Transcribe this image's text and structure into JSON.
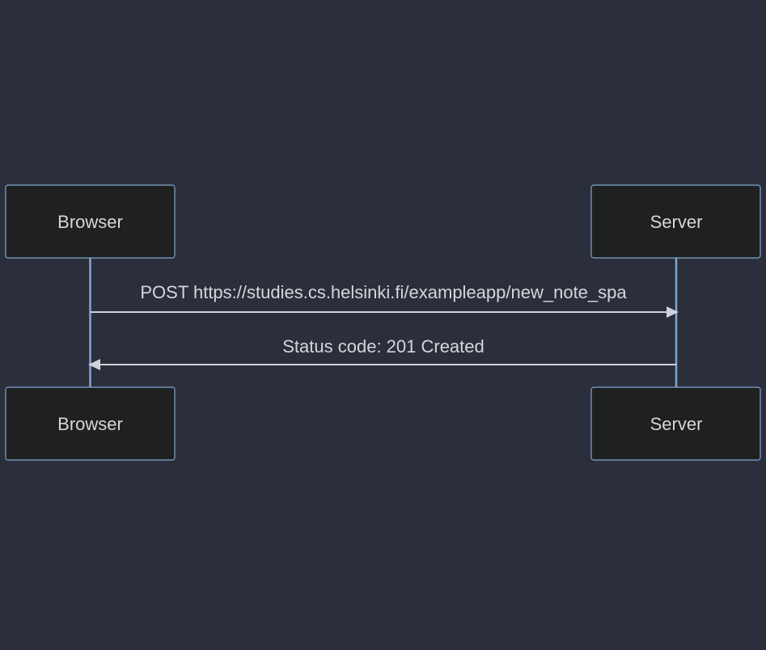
{
  "participants": [
    {
      "id": "browser",
      "label": "Browser"
    },
    {
      "id": "server",
      "label": "Server"
    }
  ],
  "messages": [
    {
      "from": "browser",
      "to": "server",
      "label": "POST https://studies.cs.helsinki.fi/exampleapp/new_note_spa"
    },
    {
      "from": "server",
      "to": "browser",
      "label": "Status code: 201 Created"
    }
  ],
  "colors": {
    "background": "#2a2f3b",
    "actor_fill": "#1f2020",
    "actor_border": "#81a7cf",
    "lifeline": "#81a7cf",
    "message_line": "#cfd2d6",
    "text": "#d4d6da"
  }
}
